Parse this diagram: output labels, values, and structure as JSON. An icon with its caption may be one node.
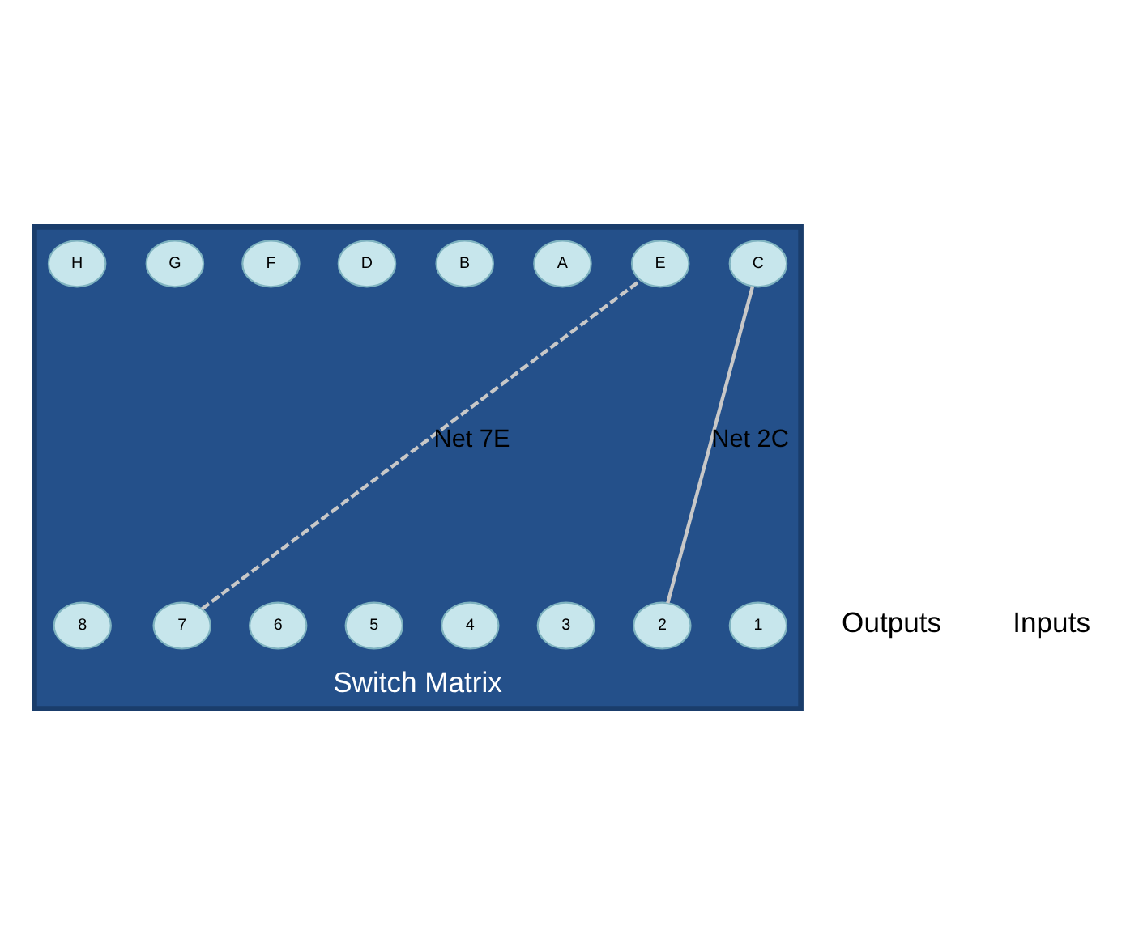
{
  "diagram": {
    "nodes": [
      {
        "text": [
          "Switch Matrix"
        ]
      },
      {
        "text": [
          "1"
        ],
        "in": 0
      },
      {
        "text": [
          "2"
        ],
        "in": 0
      },
      {
        "text": [
          "3"
        ],
        "in": 0
      },
      {
        "text": [
          "4"
        ],
        "in": 0
      },
      {
        "text": [
          "5"
        ],
        "in": 0
      },
      {
        "text": [
          "6"
        ],
        "in": 0
      },
      {
        "text": [
          "7"
        ],
        "in": 0
      },
      {
        "text": [
          "8"
        ],
        "in": 0
      },
      {
        "text": [
          "A"
        ],
        "in": 0
      },
      {
        "text": [
          "B"
        ],
        "in": 0
      },
      {
        "text": [
          "C"
        ],
        "in": 0
      },
      {
        "text": [
          "D"
        ],
        "in": 0
      },
      {
        "text": [
          "E"
        ],
        "in": 0
      },
      {
        "text": [
          "F"
        ],
        "in": 0
      },
      {
        "text": [
          "G"
        ],
        "in": 0
      },
      {
        "text": [
          "H"
        ],
        "in": 0
      }
    ],
    "edges": [
      {
        "from": 2,
        "to": 11,
        "arrow": "none",
        "label": "Net 2C"
      },
      {
        "from": 7,
        "to": 13,
        "arrow": "none",
        "label": "Net 7E",
        "style": "dashed"
      }
    ],
    "labels": [
      "Outputs",
      "Inputs"
    ]
  }
}
